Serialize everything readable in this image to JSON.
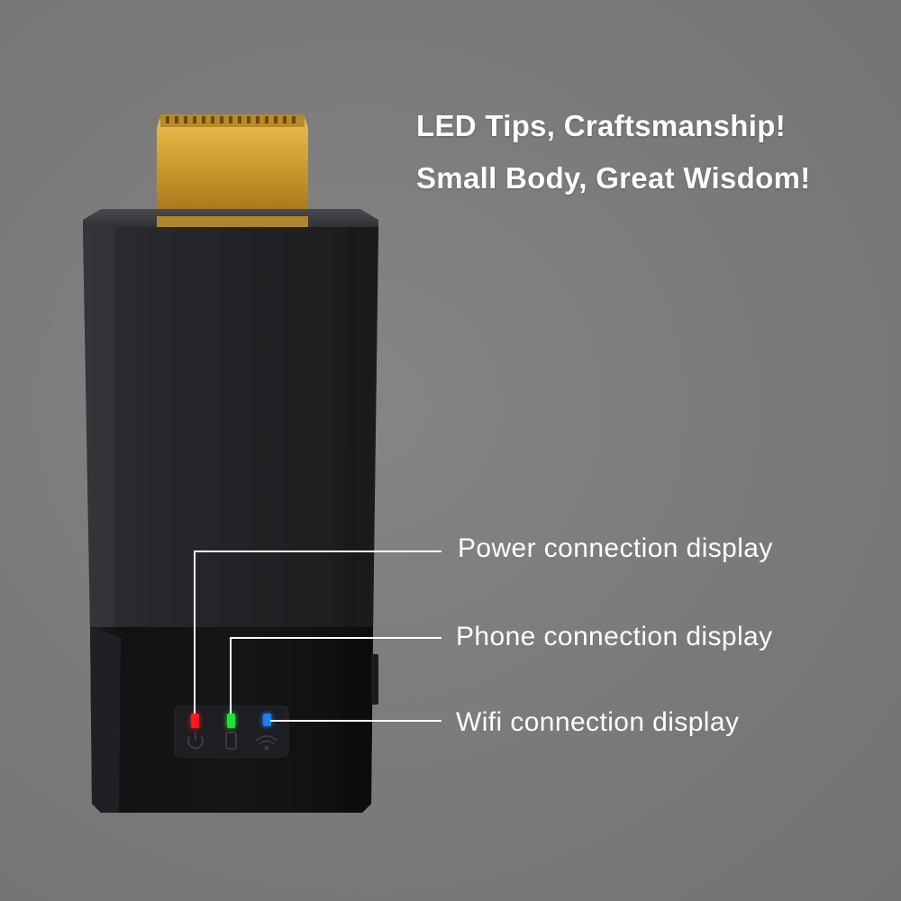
{
  "headline": {
    "line1": "LED Tips, Craftsmanship!",
    "line2": "Small Body, Great Wisdom!"
  },
  "callouts": [
    {
      "label": "Power connection display",
      "led_color": "#ff1a1a",
      "icon": "power-icon"
    },
    {
      "label": "Phone connection display",
      "led_color": "#22e03a",
      "icon": "phone-icon"
    },
    {
      "label": "Wifi connection display",
      "led_color": "#1e7dff",
      "icon": "wifi-icon"
    }
  ],
  "colors": {
    "background": "#7b7b7b",
    "device_body": "#222326",
    "connector_gold": "#c89a2a",
    "leader_line": "#ffffff"
  }
}
